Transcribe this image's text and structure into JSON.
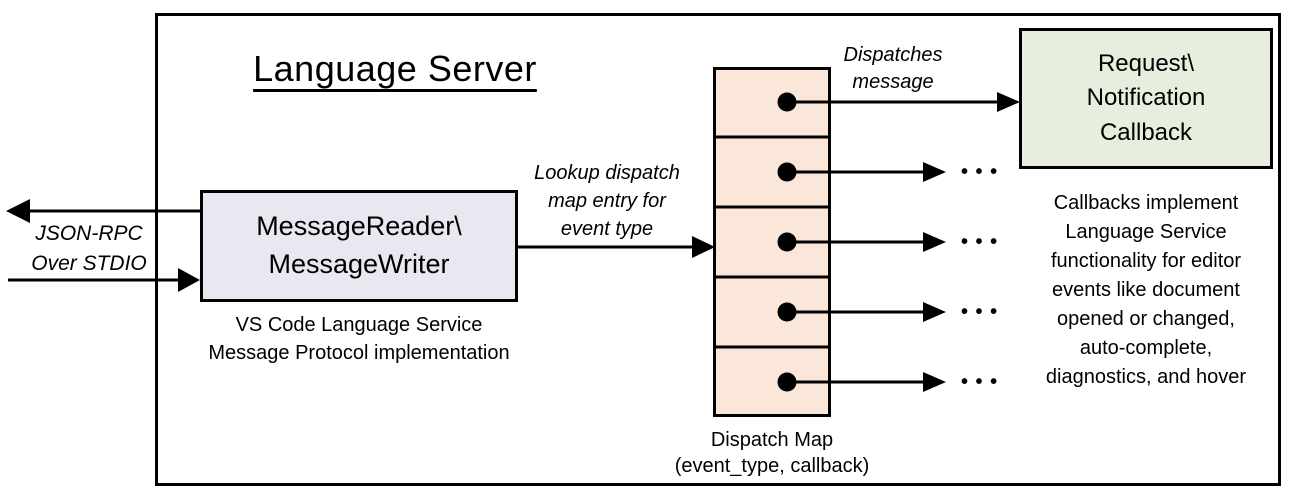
{
  "title": "Language Server",
  "colors": {
    "border": "#000000",
    "reader_fill": "#E9E7EF",
    "map_fill": "#FBE7DA",
    "callback_fill": "#E7EEDD",
    "background": "#FFFFFF"
  },
  "nodes": {
    "message_reader": {
      "label": "MessageReader\\\nMessageWriter",
      "caption": "VS Code Language Service\nMessage Protocol implementation"
    },
    "dispatch_map": {
      "cell_count": 5,
      "caption": "Dispatch Map\n(event_type, callback)"
    },
    "callback": {
      "label": "Request\\\nNotification\nCallback",
      "caption": "Callbacks implement\nLanguage Service\nfunctionality for editor\nevents like document\nopened or changed,\nauto-complete,\ndiagnostics, and hover"
    }
  },
  "labels": {
    "stdio": "JSON-RPC\nOver STDIO",
    "lookup": "Lookup dispatch\nmap entry for\nevent type",
    "dispatches": "Dispatches\nmessage",
    "ellipsis": "• • •"
  }
}
